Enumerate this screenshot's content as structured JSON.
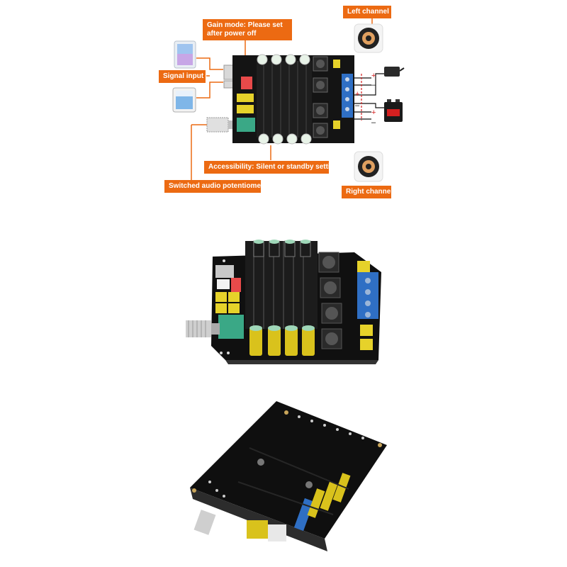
{
  "callouts": {
    "gain_mode": "Gain mode: Please set after power off",
    "signal_input": "Signal input",
    "accessibility": "Accessibility: Silent or standby settings",
    "switched_potentiometer": "Switched audio potentiometer",
    "left_channel": "Left channel",
    "right_channel": "Right channel"
  },
  "terminal_marks": {
    "plus_top": "+",
    "minus_top": "–",
    "plus_mid": "+",
    "minus_bottom": "–",
    "plus_bottom": "+",
    "minus_low": "–"
  },
  "colors": {
    "accent": "#ec6a12",
    "board": "#121212",
    "heatsink": "#1c1c1c",
    "terminal_blue": "#2f6fc4",
    "capacitor_yellow": "#d9c21c",
    "pot_green": "#3aa886"
  }
}
